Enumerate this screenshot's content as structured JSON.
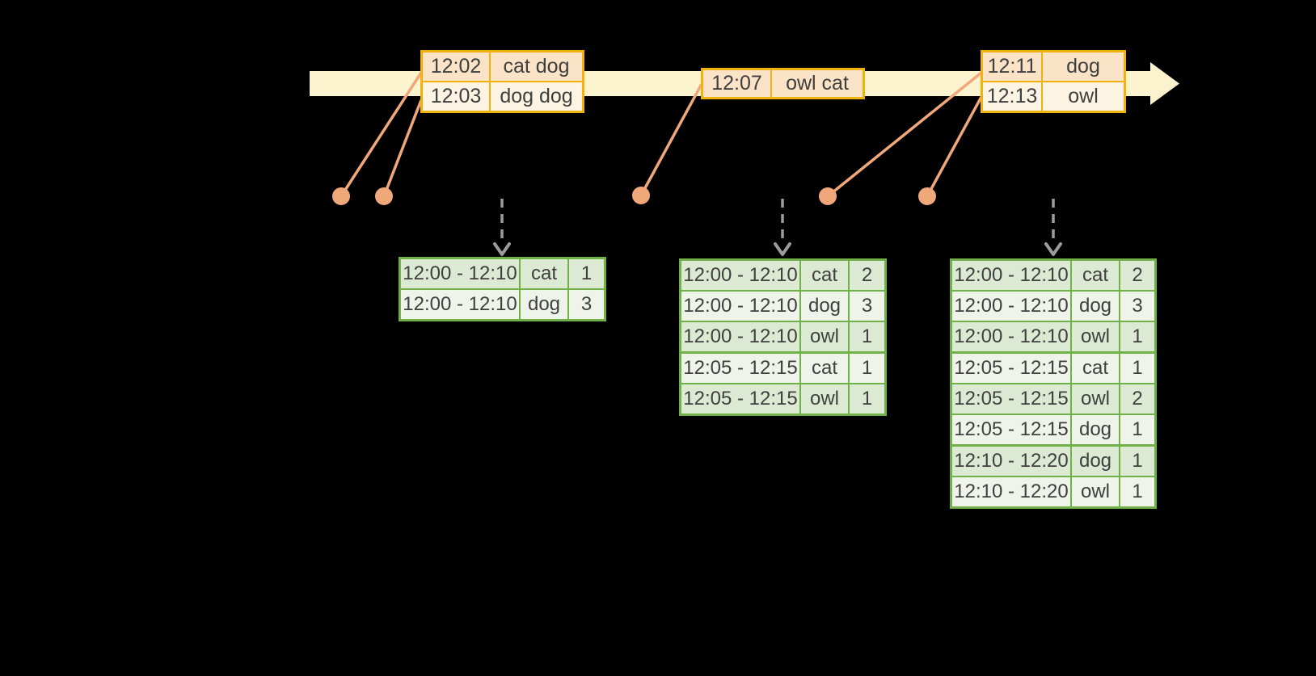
{
  "colors": {
    "background": "#000000",
    "timeline_fill": "#FBF2CE",
    "event_border": "#F2B20D",
    "event_row_odd": "#FAE3C6",
    "event_row_even": "#FDF4E3",
    "connector": "#F0A87B",
    "result_border": "#70B148",
    "result_row_odd": "#DDEAD3",
    "result_row_even": "#EEF4EA",
    "trigger_arrow": "#9C9C9C",
    "text": "#3F3F3F"
  },
  "timeline": {
    "event_tables": [
      {
        "rows": [
          {
            "time": "12:02",
            "words": "cat dog"
          },
          {
            "time": "12:03",
            "words": "dog dog"
          }
        ]
      },
      {
        "rows": [
          {
            "time": "12:07",
            "words": "owl cat"
          }
        ]
      },
      {
        "rows": [
          {
            "time": "12:11",
            "words": "dog"
          },
          {
            "time": "12:13",
            "words": "owl"
          }
        ]
      }
    ]
  },
  "result_tables": [
    {
      "rows": [
        {
          "window": "12:00 - 12:10",
          "word": "cat",
          "count": "1"
        },
        {
          "window": "12:00 - 12:10",
          "word": "dog",
          "count": "3"
        }
      ]
    },
    {
      "rows": [
        {
          "window": "12:00 - 12:10",
          "word": "cat",
          "count": "2"
        },
        {
          "window": "12:00 - 12:10",
          "word": "dog",
          "count": "3"
        },
        {
          "window": "12:00 - 12:10",
          "word": "owl",
          "count": "1"
        },
        {
          "window": "12:05 - 12:15",
          "word": "cat",
          "count": "1"
        },
        {
          "window": "12:05 - 12:15",
          "word": "owl",
          "count": "1"
        }
      ]
    },
    {
      "rows": [
        {
          "window": "12:00 - 12:10",
          "word": "cat",
          "count": "2"
        },
        {
          "window": "12:00 - 12:10",
          "word": "dog",
          "count": "3"
        },
        {
          "window": "12:00 - 12:10",
          "word": "owl",
          "count": "1"
        },
        {
          "window": "12:05 - 12:15",
          "word": "cat",
          "count": "1"
        },
        {
          "window": "12:05 - 12:15",
          "word": "owl",
          "count": "2"
        },
        {
          "window": "12:05 - 12:15",
          "word": "dog",
          "count": "1"
        },
        {
          "window": "12:10 - 12:20",
          "word": "dog",
          "count": "1"
        },
        {
          "window": "12:10 - 12:20",
          "word": "owl",
          "count": "1"
        }
      ]
    }
  ]
}
